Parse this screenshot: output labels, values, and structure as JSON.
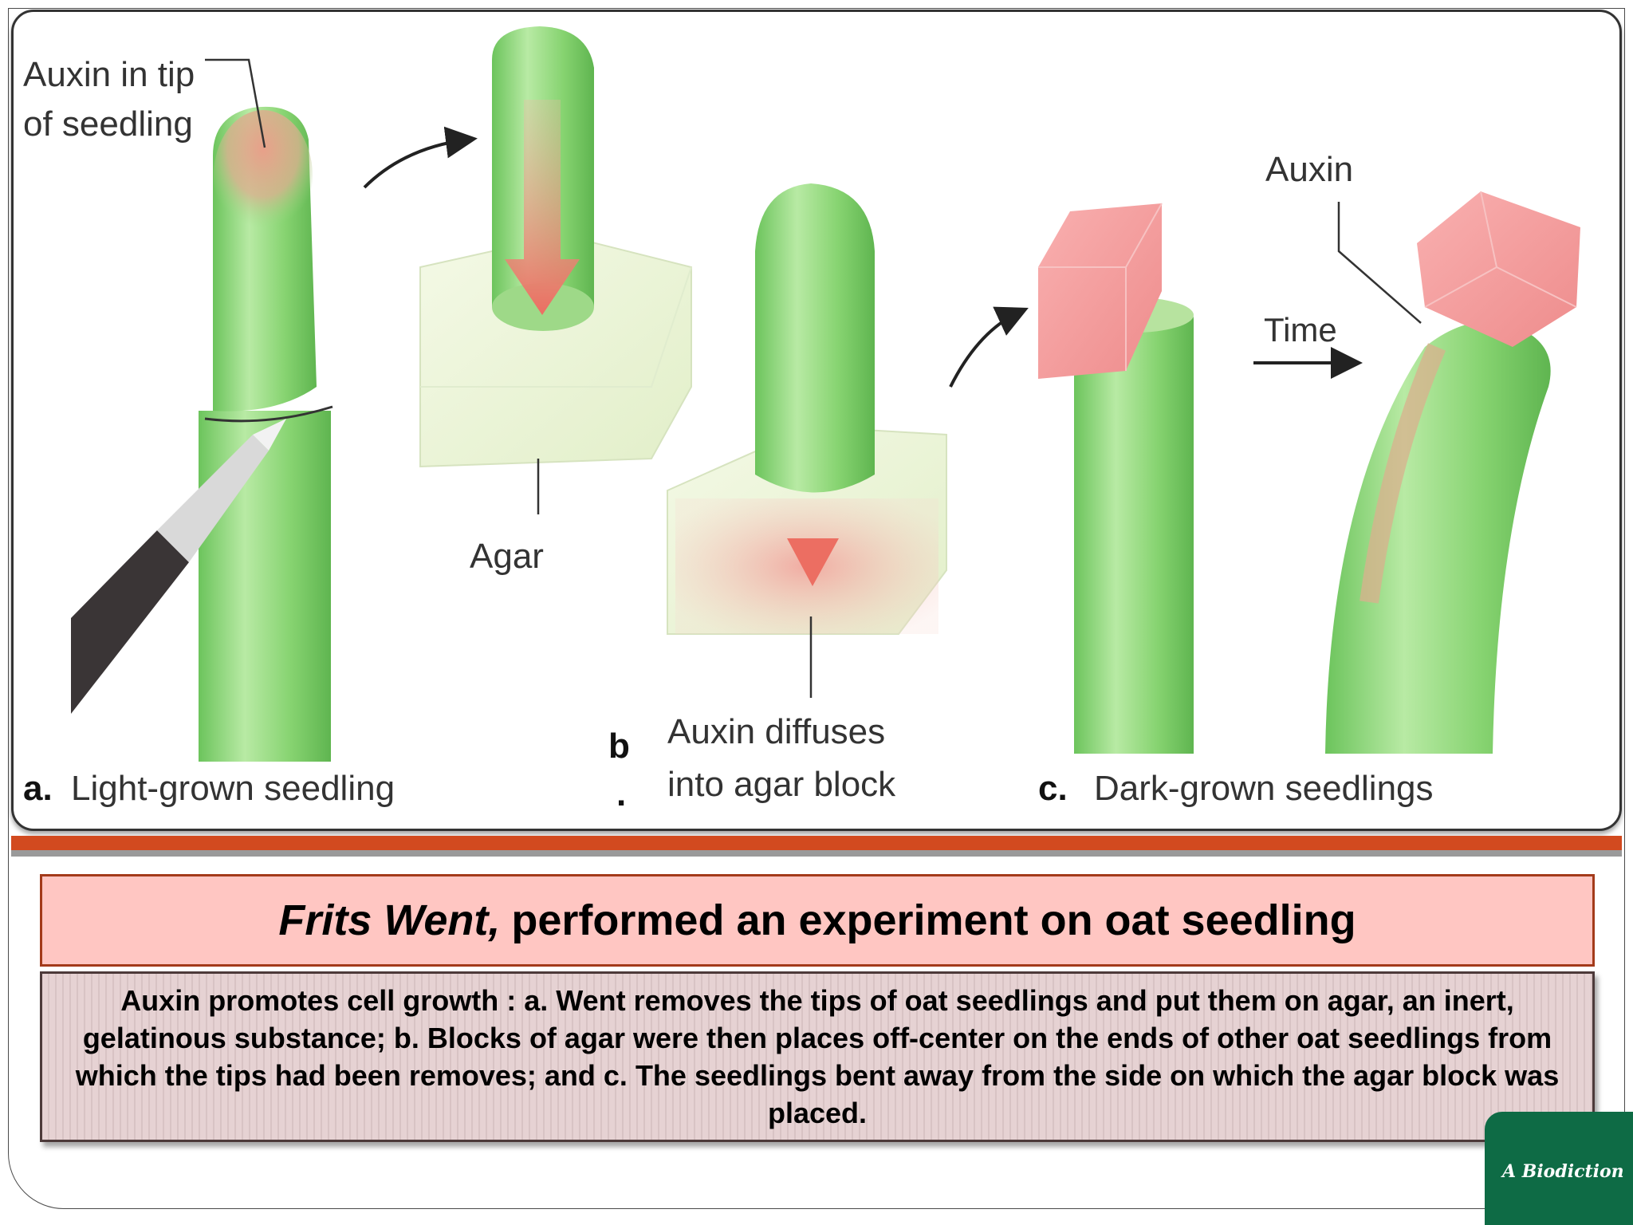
{
  "diagram": {
    "labels": {
      "auxin_tip_line1": "Auxin in tip",
      "auxin_tip_line2": "of seedling",
      "agar": "Agar",
      "auxin_diffuses_line1": "Auxin diffuses",
      "auxin_diffuses_line2": "into agar block",
      "auxin": "Auxin",
      "time": "Time",
      "panel_a_letter": "a.",
      "panel_a_caption": "Light-grown seedling",
      "panel_b_letter": "b",
      "panel_b_dot": ".",
      "panel_c_letter": "c.",
      "panel_c_caption": "Dark-grown seedlings"
    }
  },
  "title": {
    "italic": "Frits Went,",
    "rest": "performed an experiment on oat seedling"
  },
  "description": "Auxin promotes cell growth : a. Went removes the tips of oat seedlings and put them on agar, an inert, gelatinous substance; b. Blocks of agar were then places off-center on the ends of other oat seedlings from which the tips had been removes; and c. The seedlings bent away from the side on which the agar block was placed.",
  "logo": {
    "text": "A Biodiction"
  },
  "colors": {
    "stem_green": "#8fd67a",
    "auxin_pink": "#f2a0a0",
    "title_bg": "#ffc6c2",
    "divider_red": "#d24a1f",
    "logo_green": "#0e6b45"
  }
}
